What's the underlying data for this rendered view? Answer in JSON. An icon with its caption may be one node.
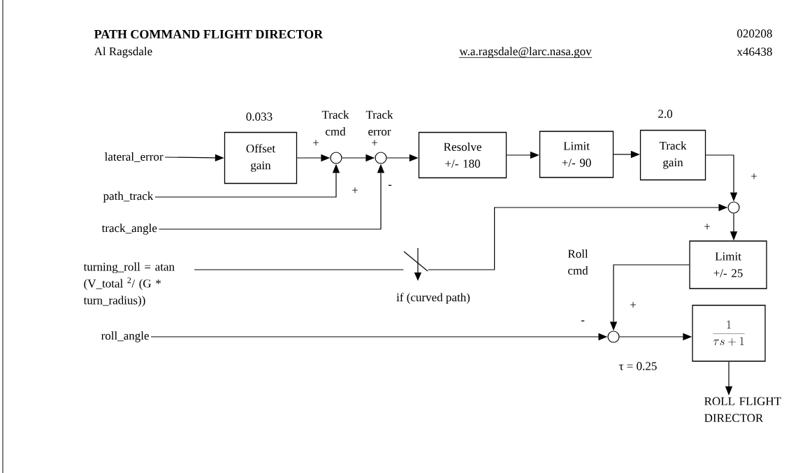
{
  "diagram": {
    "title": "PATH COMMAND FLIGHT DIRECTOR",
    "nodes": [
      {
        "text": [
          "lateral_error"
        ]
      },
      {
        "text": [
          "Offset gain"
        ],
        "beside": [
          "0.033"
        ]
      },
      {
        "text": [],
        "shape": "circle"
      },
      {
        "text": [],
        "shape": "circle"
      },
      {
        "text": [
          "Resolve +/- 180"
        ]
      },
      {
        "text": [
          "Limit +/- 90"
        ]
      },
      {
        "text": [
          "Track gain"
        ],
        "beside": [
          "2.0"
        ]
      },
      {
        "text": [
          "path_track"
        ]
      },
      {
        "text": [
          "track_angle"
        ]
      },
      {
        "text": [],
        "shape": "circle"
      },
      {
        "text": [
          "Limit +/- 25"
        ]
      },
      {
        "text": [
          "turning_roll = atan (V_total $^{2}$/ (G * turn_radius))"
        ]
      },
      {
        "text": [],
        "shape": "switch",
        "beside": [
          "if (curved path)"
        ]
      },
      {
        "text": [
          "roll_angle"
        ]
      },
      {
        "text": [],
        "shape": "circle"
      },
      {
        "text": [
          "\\frac{1}{\\tau s + 1}"
        ]
      },
      {
        "text": [
          "ROLL FLIGHT DIRECTOR"
        ]
      }
    ],
    "edges": [
      {
        "from": 0,
        "to": 1,
        "arrow": "to"
      },
      {
        "from": 1,
        "to": 2,
        "arrow": "to"
      },
      {
        "from": 7,
        "to": 2,
        "arrow": "to"
      },
      {
        "from": 2,
        "to": 3,
        "arrow": "to"
      },
      {
        "from": 8,
        "to": 3,
        "arrow": "to"
      },
      {
        "from": 3,
        "to": 4,
        "arrow": "to"
      },
      {
        "from": 4,
        "to": 5,
        "arrow": "to"
      },
      {
        "from": 5,
        "to": 6,
        "arrow": "to"
      },
      {
        "from": 6,
        "to": 9,
        "arrow": "to"
      },
      {
        "from": 11,
        "to": 12,
        "arrow": "none"
      },
      {
        "from": 12,
        "to": 9,
        "arrow": "to"
      },
      {
        "from": 9,
        "to": 10,
        "arrow": "to"
      },
      {
        "from": 10,
        "to": 14,
        "arrow": "to"
      },
      {
        "from": 13,
        "to": 14,
        "arrow": "to"
      },
      {
        "from": 14,
        "to": 15,
        "arrow": "to"
      },
      {
        "from": 15,
        "to": 16,
        "arrow": "to"
      }
    ],
    "labels": [
      "020208",
      "Al Ragsdale",
      "w.a.ragsdale@larc.nasa.gov",
      "x46438",
      "Track cmd",
      "Track error",
      "+",
      "+",
      "+",
      "-",
      "+",
      "+",
      "Roll cmd",
      "-",
      "+",
      "τ = 0.25"
    ]
  }
}
